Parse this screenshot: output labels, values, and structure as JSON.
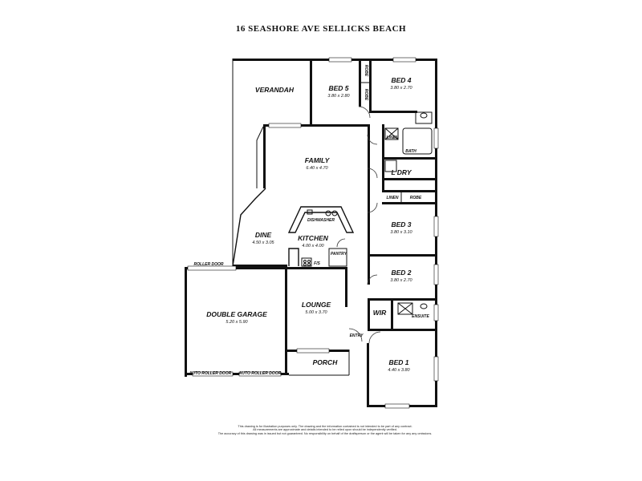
{
  "title": "16 SEASHORE AVE SELLICKS BEACH",
  "rooms": {
    "verandah": {
      "name": "VERANDAH"
    },
    "bed5": {
      "name": "BED 5",
      "dims": "3.80 x 2.80"
    },
    "bed4": {
      "name": "BED 4",
      "dims": "3.80 x 2.70"
    },
    "family": {
      "name": "FAMILY",
      "dims": "6.40 x 4.70"
    },
    "laundry": {
      "name": "L'DRY"
    },
    "bath": {
      "name": "BATH"
    },
    "bed3": {
      "name": "BED 3",
      "dims": "3.80 x 3.10"
    },
    "dine": {
      "name": "DINE",
      "dims": "4.50 x 3.05"
    },
    "kitchen": {
      "name": "KITCHEN",
      "dims": "4.00 x 4.00"
    },
    "bed2": {
      "name": "BED 2",
      "dims": "3.80 x 2.70"
    },
    "garage": {
      "name": "DOUBLE GARAGE",
      "dims": "5.20 x 5.90"
    },
    "lounge": {
      "name": "LOUNGE",
      "dims": "5.00 x 3.70"
    },
    "bed1": {
      "name": "BED 1",
      "dims": "4.40 x 3.80"
    },
    "porch": {
      "name": "PORCH"
    },
    "entry": {
      "name": "ENTRY"
    },
    "wir": {
      "name": "WIR"
    },
    "ensuite": {
      "name": "ENSUITE"
    }
  },
  "labels": {
    "robe_bed5": "ROBE",
    "robe_bed5_b": "ROBE",
    "robe_bed3": "ROBE",
    "linen_bath": "LINEN",
    "linen_hall": "LINEN",
    "dishwasher": "DISHWASHER",
    "pantry": "PANTRY",
    "fridge": "F/S",
    "roller_door": "ROLLER DOOR",
    "auto_roller_door_1": "AUTO ROLLER DOOR",
    "auto_roller_door_2": "AUTO ROLLER DOOR"
  },
  "disclaimer": [
    "This drawing is for illustration purposes only. The drawing and the information contained is not intended to be part of any contract.",
    "All measurements are approximate and details intended to be relied upon should be independently verified.",
    "The accuracy of this drawing was in issued but not guaranteed. No responsibility on behalf of the draftsperson or the agent will be taken for any   any omissions."
  ]
}
